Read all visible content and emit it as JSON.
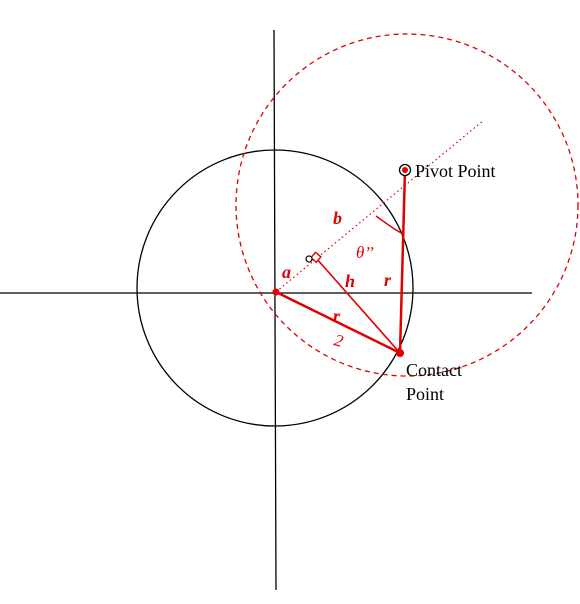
{
  "labels": {
    "pivot_point": "Pivot Point",
    "contact_line1": "Contact",
    "contact_line2": "Point",
    "a": "a",
    "b": "b",
    "h": "h",
    "r_left": "r",
    "r_right": "r",
    "theta": "θ’’",
    "two": "2"
  },
  "colors": {
    "accent": "#e00000",
    "axis": "#000000",
    "background": "#ffffff"
  }
}
